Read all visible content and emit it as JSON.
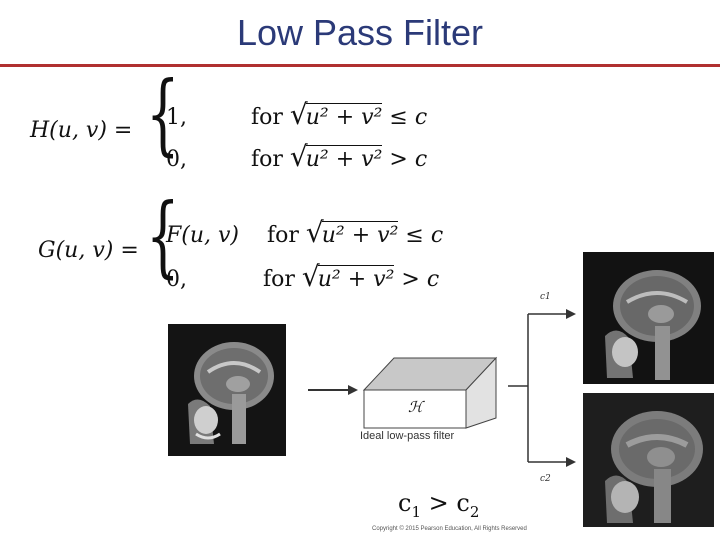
{
  "slide": {
    "title": "Low Pass Filter",
    "equations": {
      "h_lhs": "H(u, v) =",
      "h_case1_value": "1,",
      "h_case2_value": "0,",
      "g_lhs": "G(u, v) =",
      "g_case1_value": "F(u, v)",
      "g_case2_value": "0,",
      "for_word": "for",
      "radicand": "u² + v²",
      "op_le": "≤ c",
      "op_gt": "> c"
    },
    "diagram": {
      "filter_label": "Ideal low-pass filter",
      "box_symbol": "ℋ",
      "c1_label": "c1",
      "c2_label": "c2"
    },
    "condition": {
      "c1": "c",
      "c1_sub": "1",
      "gt": " > ",
      "c2": "c",
      "c2_sub": "2"
    },
    "copyright": "Copyright © 2015 Pearson Education, All Rights Reserved"
  }
}
